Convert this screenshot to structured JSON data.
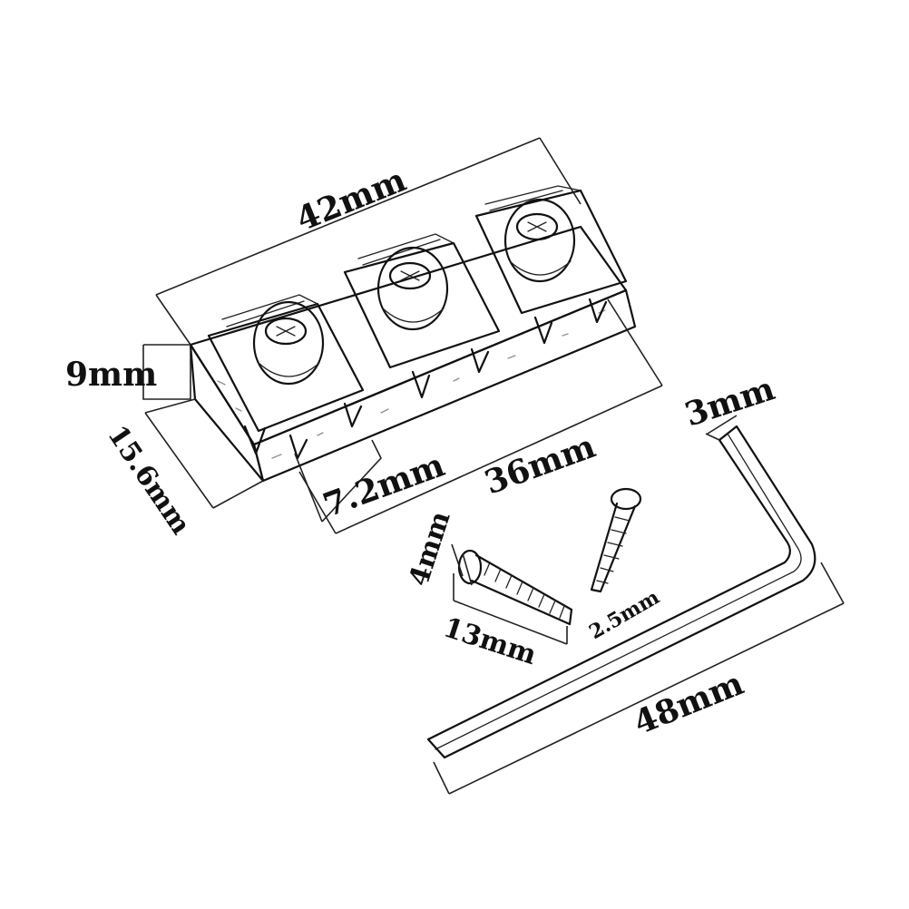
{
  "dimensions": {
    "overall_length": "42mm",
    "height": "9mm",
    "depth": "15.6mm",
    "spacing": "7.2mm",
    "span": "36mm",
    "key_size": "3mm",
    "screw_head": "4mm",
    "screw_length": "13mm",
    "screw_small": "2.5mm",
    "key_length": "48mm"
  }
}
